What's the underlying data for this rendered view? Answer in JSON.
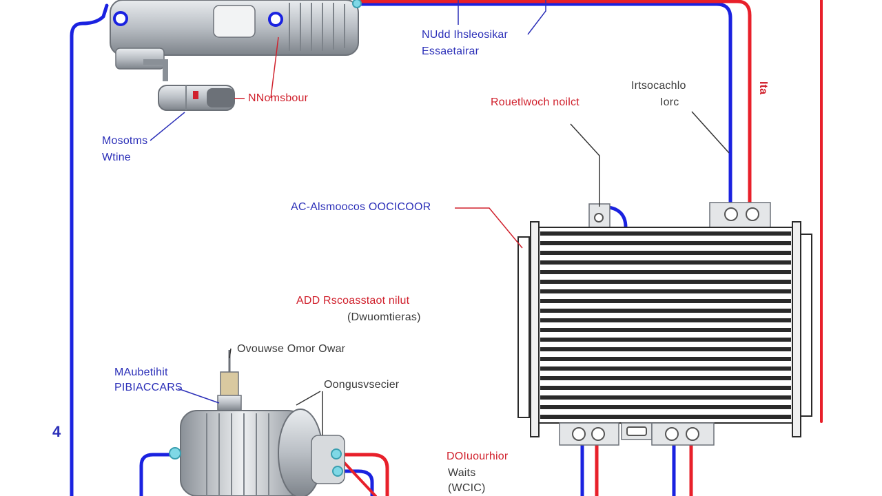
{
  "colors": {
    "cold_line": "#1a22e0",
    "hot_line": "#e8202a",
    "leader_blue": "#2b2fb8",
    "leader_red": "#d0202c",
    "metal": "#b9bec4",
    "metal_dark": "#6c7178",
    "core": "#2a2a2a",
    "fitting": "#7fd8e6"
  },
  "labels": {
    "top_center_1": "NUdd Ihsleosikar",
    "top_center_2": "Essaetairar",
    "valve_label": "NNomsbour",
    "left_1": "Mosotms",
    "left_2": "Wtine",
    "right_top_1": "Irtsocachlo",
    "right_top_2": "Iorc",
    "mid_right": "Rouetlwoch noilct",
    "far_right": "Ita",
    "core_label": "AC-Alsmoocos OOCICOOR",
    "mid_red_1": "ADD Rscoasstaot nilut",
    "mid_red_2": "(Dwuomtieras)",
    "bottom_top": "Ovouwse Omor Owar",
    "bottom_left_1": "MAubetihit",
    "bottom_left_2": "PIBIACCARS",
    "bottom_right": "Oongusvsecier",
    "bottom_red_1": "DOIuourhior",
    "bottom_red_2": "Waits",
    "bottom_red_3": "(WCIC)",
    "edge_mark": "4"
  }
}
